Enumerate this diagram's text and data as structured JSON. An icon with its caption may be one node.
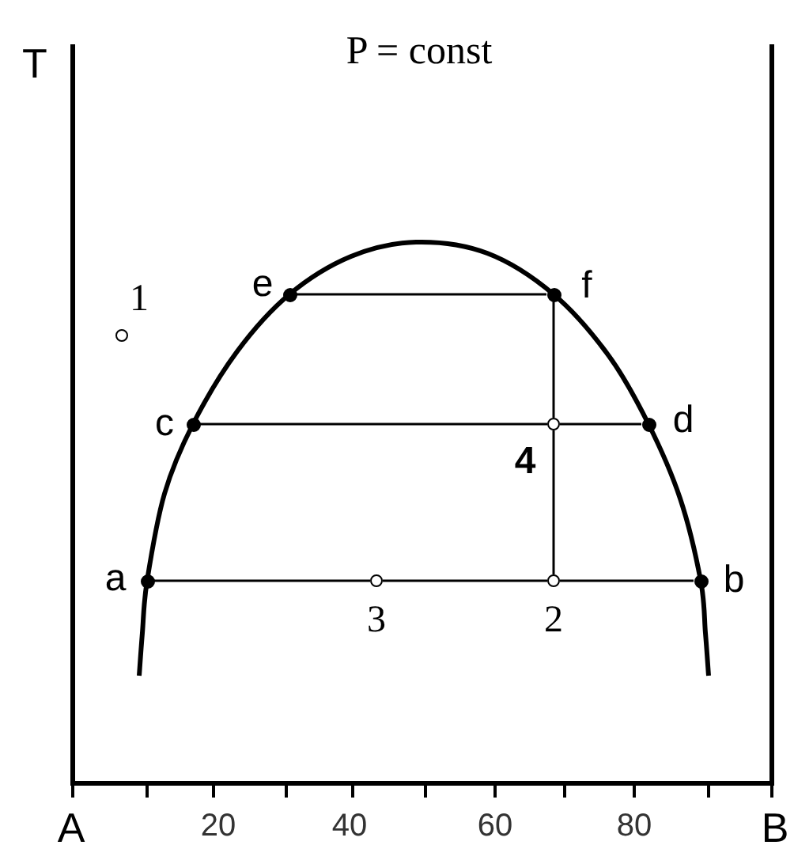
{
  "diagram": {
    "title": "P = const",
    "nodes": [
      {
        "text": [],
        "shape": "circle",
        "beside": [
          "e"
        ]
      },
      {
        "text": [],
        "shape": "circle",
        "beside": [
          "f"
        ]
      },
      {
        "text": [],
        "shape": "circle",
        "beside": [
          "1"
        ]
      },
      {
        "text": [],
        "shape": "circle",
        "beside": [
          "c"
        ]
      },
      {
        "text": [],
        "shape": "circle",
        "beside": [
          "4"
        ]
      },
      {
        "text": [],
        "shape": "circle",
        "beside": [
          "d"
        ]
      },
      {
        "text": [],
        "shape": "circle",
        "beside": [
          "a"
        ]
      },
      {
        "text": [],
        "shape": "circle",
        "beside": [
          "3"
        ]
      },
      {
        "text": [],
        "shape": "circle",
        "beside": [
          "2"
        ]
      },
      {
        "text": [],
        "shape": "circle",
        "beside": [
          "b"
        ]
      }
    ],
    "edges": [
      {
        "from": 0,
        "to": 1,
        "arrow": "none"
      },
      {
        "from": 1,
        "to": 4,
        "arrow": "none"
      },
      {
        "from": 3,
        "to": 4,
        "arrow": "none"
      },
      {
        "from": 4,
        "to": 5,
        "arrow": "none"
      },
      {
        "from": 4,
        "to": 8,
        "arrow": "none"
      },
      {
        "from": 6,
        "to": 7,
        "arrow": "none"
      },
      {
        "from": 7,
        "to": 8,
        "arrow": "none"
      },
      {
        "from": 8,
        "to": 9,
        "arrow": "none"
      }
    ],
    "labels": [
      "T",
      "A",
      "20",
      "40",
      "60",
      "80",
      "B"
    ]
  }
}
